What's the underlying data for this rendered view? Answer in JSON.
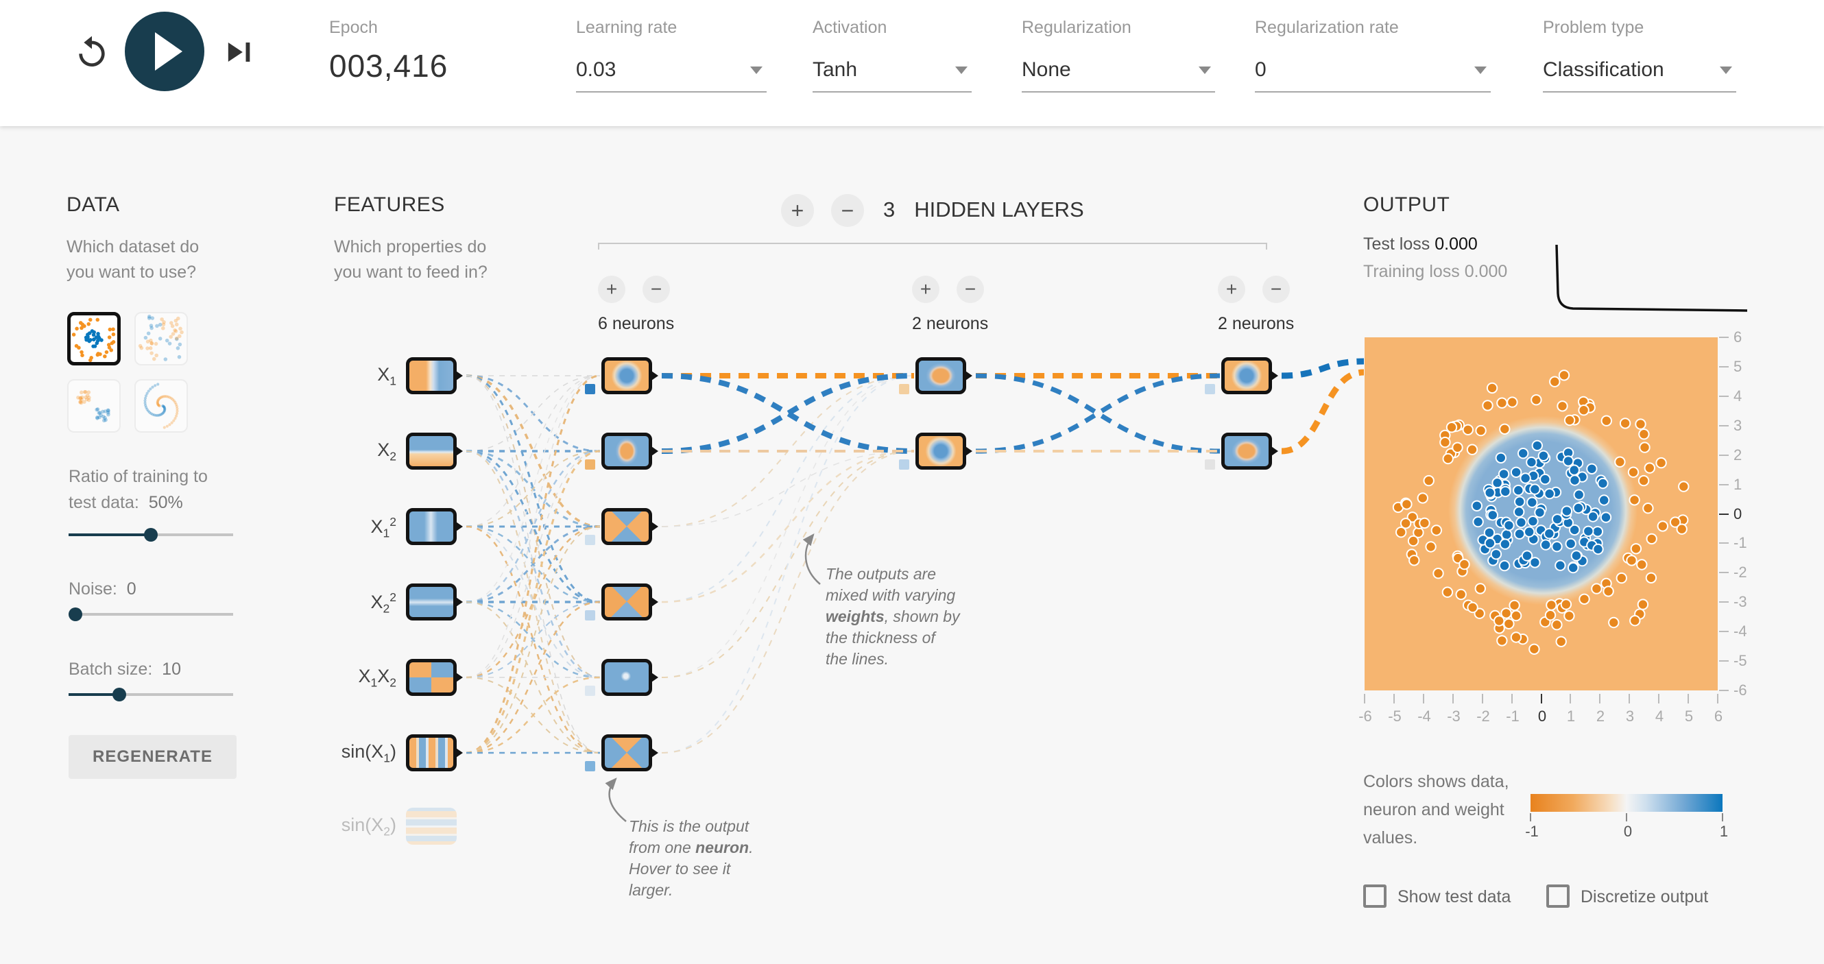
{
  "colors": {
    "accent_teal": "#183d4e",
    "orange": "#f59322",
    "blue": "#0877bd",
    "bg_plot_orange": "#f6b570",
    "bg_plot_blue": "#86b0d5"
  },
  "icons": {
    "plus": "+",
    "minus": "−",
    "reset": "replay-icon",
    "play": "play-icon",
    "step": "skip-next-icon"
  },
  "topbar": {
    "epoch_label": "Epoch",
    "epoch_value": "003,416",
    "fields": [
      {
        "label": "Learning rate",
        "value": "0.03"
      },
      {
        "label": "Activation",
        "value": "Tanh"
      },
      {
        "label": "Regularization",
        "value": "None"
      },
      {
        "label": "Regularization rate",
        "value": "0"
      },
      {
        "label": "Problem type",
        "value": "Classification"
      }
    ]
  },
  "data_panel": {
    "title": "DATA",
    "question": "Which dataset do you want to use?",
    "datasets": [
      {
        "name": "circle",
        "selected": true
      },
      {
        "name": "exclusive-or",
        "selected": false
      },
      {
        "name": "gaussian",
        "selected": false
      },
      {
        "name": "spiral",
        "selected": false
      }
    ],
    "sliders": [
      {
        "label": "Ratio of training to test data:",
        "value": "50%",
        "percent": 50
      },
      {
        "label": "Noise:",
        "value": "0",
        "percent": 0
      },
      {
        "label": "Batch size:",
        "value": "10",
        "percent": 31
      }
    ],
    "regenerate_label": "REGENERATE"
  },
  "features_panel": {
    "title": "FEATURES",
    "question": "Which properties do you want to feed in?",
    "features": [
      {
        "label": "X_1",
        "pattern": "pat-x1",
        "enabled": true
      },
      {
        "label": "X_2",
        "pattern": "pat-x2",
        "enabled": true
      },
      {
        "label": "X_1^2",
        "pattern": "pat-x1sq",
        "enabled": true
      },
      {
        "label": "X_2^2",
        "pattern": "pat-x2sq",
        "enabled": true
      },
      {
        "label": "X_1X_2",
        "pattern": "pat-x1x2",
        "enabled": true
      },
      {
        "label": "sin(X_1)",
        "pattern": "pat-sinx1",
        "enabled": true
      },
      {
        "label": "sin(X_2)",
        "pattern": "pat-sinx2",
        "enabled": false
      }
    ]
  },
  "network": {
    "hidden_layers_count": "3",
    "hidden_layers_label": "HIDDEN LAYERS",
    "layers": [
      {
        "label": "6 neurons",
        "neurons": [
          {
            "pattern": "pat-orange-blueblob",
            "bias": "#2e7fc2"
          },
          {
            "pattern": "pat-blue-orangeblob-v",
            "bias": "#f0b36a"
          },
          {
            "pattern": "pat-x-lr-orange",
            "bias": "#cfe0ee"
          },
          {
            "pattern": "pat-x-lr-orange2",
            "bias": "#bcd4ea"
          },
          {
            "pattern": "pat-blue-faintdot",
            "bias": "#dde7f0"
          },
          {
            "pattern": "pat-x-tb-orange",
            "bias": "#7fb3dc"
          }
        ]
      },
      {
        "label": "2 neurons",
        "neurons": [
          {
            "pattern": "pat-blue-orangeblob",
            "bias": "#f3cf9f"
          },
          {
            "pattern": "pat-orange-blueblob",
            "bias": "#b9d3ea"
          }
        ]
      },
      {
        "label": "2 neurons",
        "neurons": [
          {
            "pattern": "pat-orange-blueblob",
            "bias": "#c3d9ec"
          },
          {
            "pattern": "pat-blue-orangeblob",
            "bias": "#e3e3e3"
          }
        ]
      }
    ],
    "feature_fan": [
      [
        [
          "#d9d9d9",
          1.5
        ],
        [
          "#7fadd6",
          3
        ],
        [
          "#e7b87c",
          3.5
        ],
        [
          "#6ea4d1",
          3
        ],
        [
          "#dfc9a8",
          2
        ],
        [
          "#d9d9d9",
          1.5
        ]
      ],
      [
        [
          "#d9d9d9",
          1.5
        ],
        [
          "#6ea4d1",
          3.5
        ],
        [
          "#8db8da",
          3
        ],
        [
          "#6ea4d1",
          3
        ],
        [
          "#a9c7e3",
          2.5
        ],
        [
          "#e4cfae",
          2
        ]
      ],
      [
        [
          "#dddddd",
          1.5
        ],
        [
          "#e2cba4",
          2
        ],
        [
          "#6ea4d1",
          3
        ],
        [
          "#8db8da",
          2.5
        ],
        [
          "#cfdce8",
          2
        ],
        [
          "#e7b87c",
          2.5
        ]
      ],
      [
        [
          "#e5e5e5",
          1.5
        ],
        [
          "#a9c7e3",
          2.5
        ],
        [
          "#7fadd6",
          3
        ],
        [
          "#6ea4d1",
          3.5
        ],
        [
          "#8db8da",
          2.5
        ],
        [
          "#e2cba4",
          2
        ]
      ],
      [
        [
          "#e0e0e0",
          1.5
        ],
        [
          "#dddddd",
          1.5
        ],
        [
          "#e7b87c",
          2.5
        ],
        [
          "#a9c7e3",
          2
        ],
        [
          "#d9d9d9",
          1.5
        ],
        [
          "#e2cba4",
          2
        ]
      ],
      [
        [
          "#e7b87c",
          3
        ],
        [
          "#eac28a",
          3
        ],
        [
          "#e2cba4",
          2
        ],
        [
          "#e7b87c",
          2.5
        ],
        [
          "#eac28a",
          2.5
        ],
        [
          "#6ea4d1",
          2.5
        ]
      ]
    ],
    "l1_l2_faint": [
      [
        "#ead9c0",
        2
      ],
      [
        "#e2e2e2",
        1.5
      ],
      [
        "#d9e4ee",
        2
      ],
      [
        "#eedcc2",
        2.5
      ],
      [
        "#e6e6e6",
        1.5
      ],
      [
        "#e9d5b5",
        2
      ],
      [
        "#dde6ef",
        2
      ],
      [
        "#ead9c0",
        2
      ]
    ],
    "strong_connections": [
      {
        "from": [
          1,
          0
        ],
        "to": [
          2,
          0
        ],
        "color": "#f59322",
        "w": 8
      },
      {
        "from": [
          1,
          0
        ],
        "to": [
          2,
          1
        ],
        "color": "#2f7fc1",
        "w": 8
      },
      {
        "from": [
          1,
          1
        ],
        "to": [
          2,
          0
        ],
        "color": "#2f7fc1",
        "w": 8
      },
      {
        "from": [
          1,
          1
        ],
        "to": [
          2,
          1
        ],
        "color": "#edc9a0",
        "w": 4
      },
      {
        "from": [
          2,
          0
        ],
        "to": [
          3,
          0
        ],
        "color": "#f59322",
        "w": 8
      },
      {
        "from": [
          2,
          0
        ],
        "to": [
          3,
          1
        ],
        "color": "#2f7fc1",
        "w": 7
      },
      {
        "from": [
          2,
          1
        ],
        "to": [
          3,
          0
        ],
        "color": "#2f7fc1",
        "w": 7
      },
      {
        "from": [
          2,
          1
        ],
        "to": [
          3,
          1
        ],
        "color": "#f2cfa4",
        "w": 4
      },
      {
        "from": [
          3,
          0
        ],
        "to": "output",
        "color": "#1673ba",
        "w": 9,
        "out_y": 527
      },
      {
        "from": [
          3,
          1
        ],
        "to": "output",
        "color": "#f59322",
        "w": 9,
        "out_y": 543
      }
    ]
  },
  "annotations": {
    "a1": {
      "lines": [
        [
          {
            "t": "The outputs are"
          }
        ],
        [
          {
            "t": "mixed with varying"
          }
        ],
        [
          {
            "t": "weights",
            "b": true
          },
          {
            "t": ", shown by"
          }
        ],
        [
          {
            "t": "the thickness of"
          }
        ],
        [
          {
            "t": "the lines."
          }
        ]
      ]
    },
    "a2": {
      "lines": [
        [
          {
            "t": "This is the output"
          }
        ],
        [
          {
            "t": "from one "
          },
          {
            "t": "neuron",
            "b": true
          },
          {
            "t": "."
          }
        ],
        [
          {
            "t": "Hover to see it"
          }
        ],
        [
          {
            "t": "larger."
          }
        ]
      ]
    }
  },
  "output_panel": {
    "title": "OUTPUT",
    "test_loss_label": "Test loss",
    "test_loss_value": "0.000",
    "training_loss_label": "Training loss",
    "training_loss_value": "0.000",
    "y_ticks": [
      "6",
      "5",
      "4",
      "3",
      "2",
      "1",
      "0",
      "-1",
      "-2",
      "-3",
      "-4",
      "-5",
      "-6"
    ],
    "x_ticks": [
      "-6",
      "-5",
      "-4",
      "-3",
      "-2",
      "-1",
      "0",
      "1",
      "2",
      "3",
      "4",
      "5",
      "6"
    ],
    "legend_text": "Colors shows data, neuron and weight values.",
    "colorbar_ticks": [
      "-1",
      "0",
      "1"
    ],
    "checkboxes": [
      {
        "label": "Show test data",
        "checked": false
      },
      {
        "label": "Discretize output",
        "checked": false
      }
    ]
  },
  "chart_data": [
    {
      "type": "scatter",
      "title": "decision boundary heatmap with circle dataset",
      "xlim": [
        -6,
        6
      ],
      "ylim": [
        -6,
        6
      ],
      "series": [
        {
          "name": "class-blue-inner",
          "color": "#1673ba",
          "count": 115,
          "radius_range": [
            0,
            2.35
          ],
          "seed": 11
        },
        {
          "name": "class-orange-ring",
          "color": "#e8881f",
          "count": 108,
          "radius_range": [
            3.1,
            4.95
          ],
          "seed": 77
        }
      ],
      "background_regions": [
        {
          "label": "blue region",
          "approx_radius": 2.8
        },
        {
          "label": "orange region",
          "outside": true
        }
      ]
    },
    {
      "type": "line",
      "title": "loss curve",
      "points_norm": [
        [
          0,
          0
        ],
        [
          0.01,
          0.75
        ],
        [
          0.06,
          0.97
        ],
        [
          1,
          1
        ]
      ],
      "note": "loss drops immediately to ~0 and stays flat"
    }
  ]
}
